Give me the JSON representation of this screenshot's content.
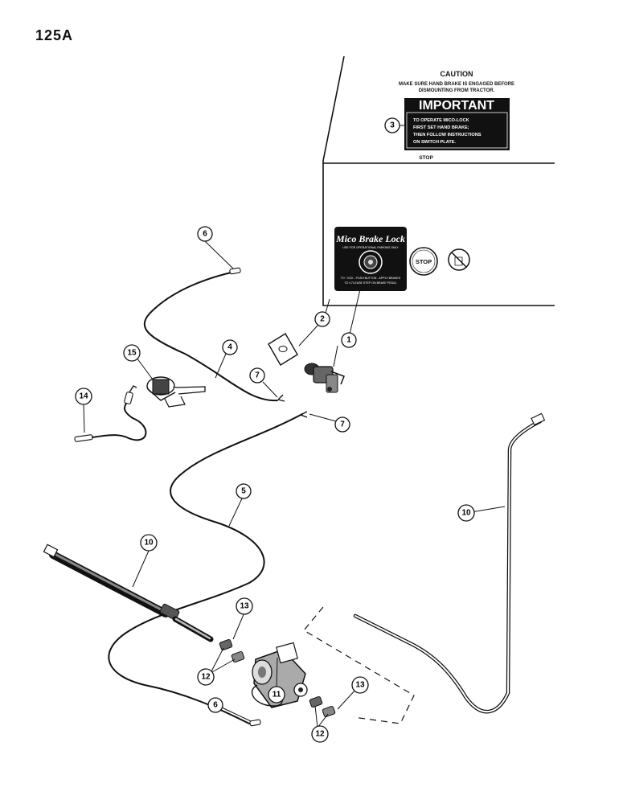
{
  "page": {
    "number": "125A"
  },
  "caution_panel": {
    "heading": "CAUTION",
    "line1": "MAKE SURE HAND BRAKE IS ENGAGED BEFORE",
    "line2": "DISMOUNTING FROM TRACTOR."
  },
  "important_decal": {
    "title": "IMPORTANT",
    "lines": [
      "TO OPERATE MICO-LOCK",
      "FIRST SET HAND BRAKE;",
      "THEN FOLLOW INSTRUCTIONS",
      "ON SWITCH PLATE."
    ]
  },
  "stop_label": "STOP",
  "switch_plate": {
    "brand": "Mico Brake Lock",
    "subtitle": "USE FOR OPERATIONAL PARKING ONLY",
    "line1": "TO LOCK - PUSH BUTTON - APPLY BRAKES",
    "line2": "TO RELEASE STEP ON BRAKE PEDAL"
  },
  "stop_button_label": "STOP",
  "callouts": {
    "c1": "1",
    "c2": "2",
    "c3": "3",
    "c4": "4",
    "c5": "5",
    "c6a": "6",
    "c6b": "6",
    "c7a": "7",
    "c7b": "7",
    "c10a": "10",
    "c10b": "10",
    "c11": "11",
    "c12a": "12",
    "c12b": "12",
    "c13a": "13",
    "c13b": "13",
    "c14": "14",
    "c15": "15"
  }
}
